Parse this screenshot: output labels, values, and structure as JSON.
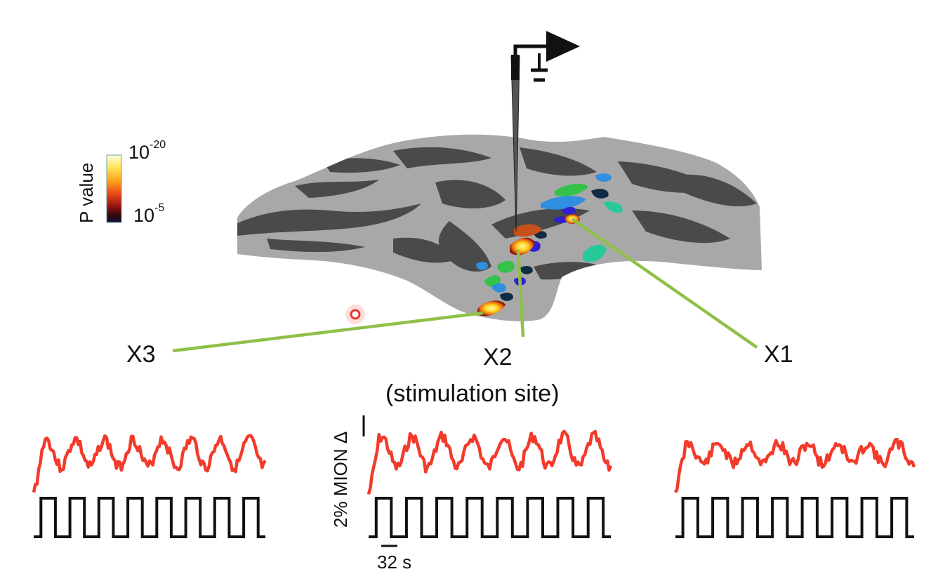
{
  "colorbar": {
    "title": "P value",
    "top_base": "10",
    "top_exp": "-20",
    "bottom_base": "10",
    "bottom_exp": "-5",
    "colors": [
      "#ffffe0",
      "#ffe55a",
      "#ffa31a",
      "#e8461a",
      "#8a1010",
      "#2a0808",
      "#101040"
    ]
  },
  "sites": [
    {
      "id": "x3",
      "label": "X3"
    },
    {
      "id": "x2",
      "label": "X2",
      "note": "(stimulation site)"
    },
    {
      "id": "x1",
      "label": "X1"
    }
  ],
  "scalebars": {
    "amplitude": "2% MION Δ",
    "time": "32 s"
  },
  "colors": {
    "cortex_light": "#a6a6a6",
    "cortex_dark": "#4a4a4a",
    "trace": "#f23b2a",
    "stimulus": "#111111",
    "connector": "#8fc04a"
  }
}
